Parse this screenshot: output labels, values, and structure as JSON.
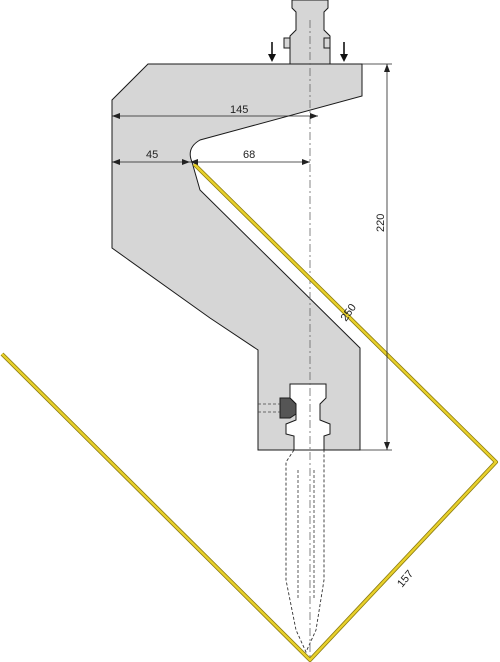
{
  "colors": {
    "body_fill": "#d6d6d6",
    "outline": "#1a1a1a",
    "workpiece": "#e8d02a",
    "workpiece_edge": "#8a7a10",
    "centerline": "#666666",
    "insert_fill": "#555555"
  },
  "dimensions": {
    "width_total": "145",
    "width_left": "45",
    "width_right": "68",
    "height": "220",
    "diagonal": "250",
    "leg": "157"
  },
  "icons": {
    "clamp_arrow_left": "arrow-down-icon",
    "clamp_arrow_right": "arrow-down-icon"
  }
}
